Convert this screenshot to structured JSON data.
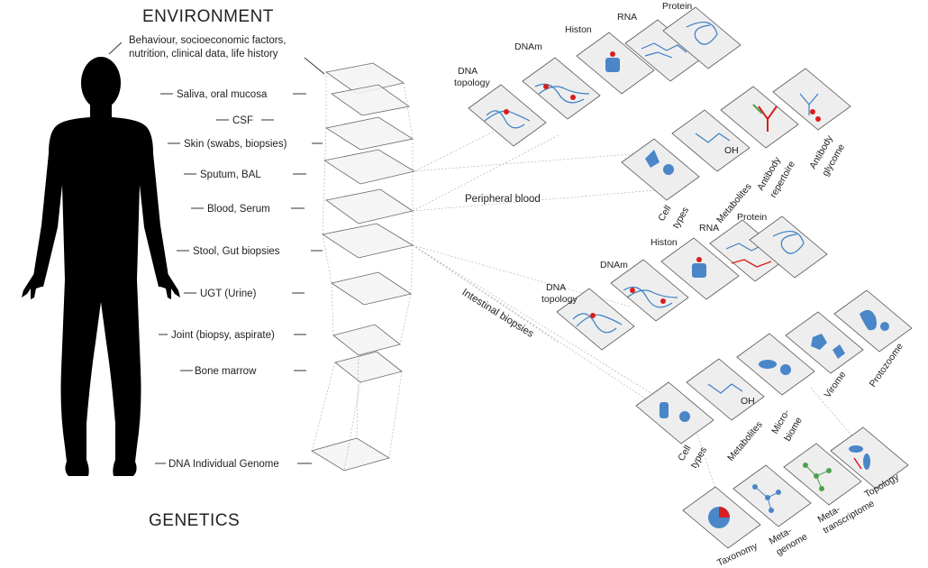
{
  "environment_heading": "ENVIRONMENT",
  "genetics_heading": "GENETICS",
  "environment_factors": [
    "Behaviour, socioeconomic factors,",
    "nutrition, clinical data, life history"
  ],
  "samples": [
    "Saliva, oral mucosa",
    "CSF",
    "Skin (swabs, biopsies)",
    "Sputum, BAL",
    "Blood, Serum",
    "Stool, Gut biopsies",
    "UGT (Urine)",
    "Joint (biopsy, aspirate)",
    "Bone marrow",
    "DNA Individual Genome"
  ],
  "peripheral_blood": {
    "label": "Peripheral blood",
    "top_row": [
      [
        "DNA",
        "topology"
      ],
      [
        "DNAm"
      ],
      [
        "Histon"
      ],
      [
        "RNA"
      ],
      [
        "Protein"
      ]
    ],
    "bottom_row": [
      [
        "Cell",
        "types"
      ],
      [
        "Metabolites"
      ],
      [
        "Antibody",
        "repertoire"
      ],
      [
        "Antibody",
        "glycome"
      ]
    ]
  },
  "intestinal_biopsies": {
    "label": "Intestinal biopsies",
    "top_row": [
      [
        "DNA",
        "topology"
      ],
      [
        "DNAm"
      ],
      [
        "Histon"
      ],
      [
        "RNA"
      ],
      [
        "Protein"
      ]
    ],
    "middle_row": [
      [
        "Cell",
        "types"
      ],
      [
        "Metabolites"
      ],
      [
        "Micro-",
        "biome"
      ],
      [
        "Virome"
      ],
      [
        "Protozoome"
      ]
    ],
    "bottom_row": [
      [
        "Taxonomy"
      ],
      [
        "Meta-",
        "genome"
      ],
      [
        "Meta-",
        "transcriptome"
      ],
      [
        "Topology"
      ]
    ]
  },
  "oh_label": "OH"
}
